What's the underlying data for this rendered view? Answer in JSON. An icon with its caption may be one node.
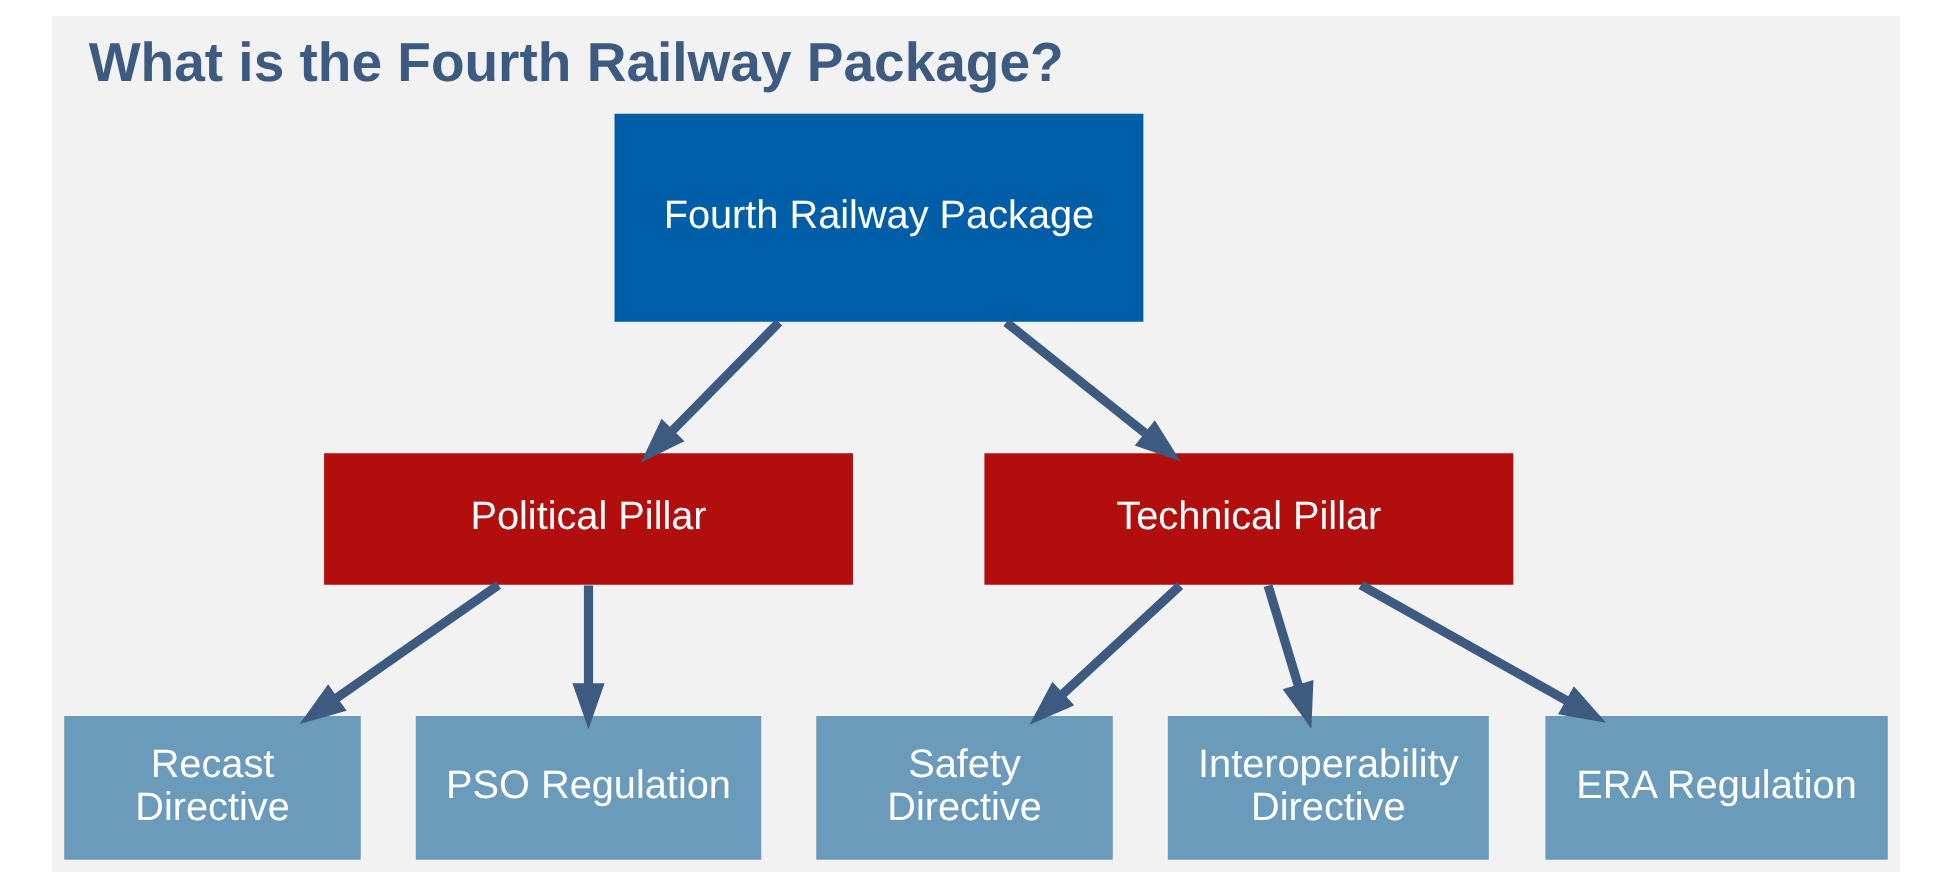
{
  "diagram": {
    "title": "What is the Fourth Railway Package?",
    "nodes": [
      {
        "text": [
          "Fourth Railway Package"
        ]
      },
      {
        "text": [
          "Political Pillar"
        ]
      },
      {
        "text": [
          "Technical Pillar"
        ]
      },
      {
        "text": [
          "Recast Directive"
        ]
      },
      {
        "text": [
          "PSO Regulation"
        ]
      },
      {
        "text": [
          "Safety Directive"
        ]
      },
      {
        "text": [
          "Interoperability Directive"
        ]
      },
      {
        "text": [
          "ERA Regulation"
        ]
      }
    ],
    "edges": [
      {
        "from": 0,
        "to": 1,
        "arrow": "to"
      },
      {
        "from": 0,
        "to": 2,
        "arrow": "to"
      },
      {
        "from": 1,
        "to": 3,
        "arrow": "to"
      },
      {
        "from": 1,
        "to": 4,
        "arrow": "to"
      },
      {
        "from": 2,
        "to": 5,
        "arrow": "to"
      },
      {
        "from": 2,
        "to": 6,
        "arrow": "to"
      },
      {
        "from": 2,
        "to": 7,
        "arrow": "to"
      }
    ]
  }
}
